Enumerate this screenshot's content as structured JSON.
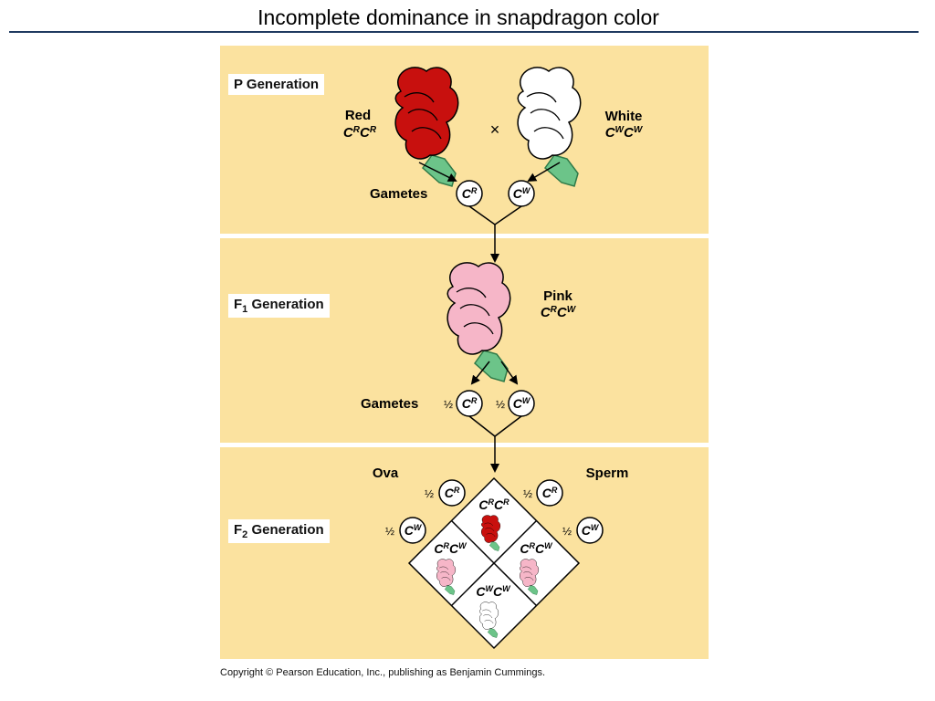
{
  "title": "Incomplete dominance in snapdragon color",
  "copyright": "Copyright © Pearson Education, Inc., publishing as Benjamin Cummings.",
  "generations": {
    "p": {
      "label_main": "P Generation",
      "label_sub": ""
    },
    "f1": {
      "label_main": "F",
      "label_sub": "1",
      "label_rest": " Generation"
    },
    "f2": {
      "label_main": "F",
      "label_sub": "2",
      "label_rest": " Generation"
    }
  },
  "p_generation": {
    "parent_red": {
      "name": "Red",
      "genotype_base": "C",
      "allele": "R"
    },
    "parent_white": {
      "name": "White",
      "genotype_base": "C",
      "allele": "W"
    },
    "cross_symbol": "×",
    "gametes_label": "Gametes",
    "gametes": [
      {
        "base": "C",
        "allele": "R"
      },
      {
        "base": "C",
        "allele": "W"
      }
    ]
  },
  "f1_generation": {
    "offspring": {
      "name": "Pink",
      "alleles": [
        "R",
        "W"
      ]
    },
    "gametes_label": "Gametes",
    "gametes": [
      {
        "fraction": "½",
        "base": "C",
        "allele": "R"
      },
      {
        "fraction": "½",
        "base": "C",
        "allele": "W"
      }
    ]
  },
  "f2_generation": {
    "ova_label": "Ova",
    "sperm_label": "Sperm",
    "ova": [
      {
        "fraction": "½",
        "base": "C",
        "allele": "R"
      },
      {
        "fraction": "½",
        "base": "C",
        "allele": "W"
      }
    ],
    "sperm": [
      {
        "fraction": "½",
        "base": "C",
        "allele": "R"
      },
      {
        "fraction": "½",
        "base": "C",
        "allele": "W"
      }
    ],
    "cells": [
      {
        "alleles": [
          "R",
          "R"
        ],
        "color": "red"
      },
      {
        "alleles": [
          "R",
          "W"
        ],
        "color": "pink"
      },
      {
        "alleles": [
          "R",
          "W"
        ],
        "color": "pink"
      },
      {
        "alleles": [
          "W",
          "W"
        ],
        "color": "white"
      }
    ]
  },
  "colors": {
    "panel": "#fbe29f",
    "red_flower": "#c8100e",
    "pink_flower": "#f6b6c8",
    "white_flower": "#ffffff",
    "stem": "#6cc489"
  }
}
